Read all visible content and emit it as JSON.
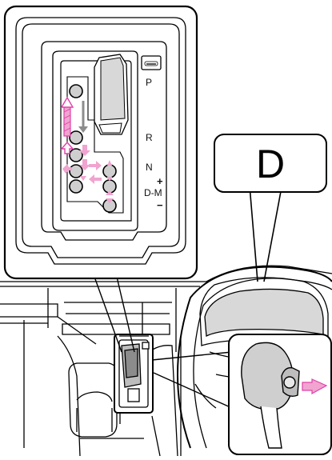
{
  "callout": {
    "selected_position": "D"
  },
  "shift_gate": {
    "positions": [
      {
        "key": "P",
        "label": "P"
      },
      {
        "key": "R",
        "label": "R"
      },
      {
        "key": "N",
        "label": "N"
      },
      {
        "key": "D-M",
        "label": "D-M"
      }
    ],
    "plus_sign": "+",
    "minus_sign": "−"
  },
  "colors": {
    "outline": "#000000",
    "highlight_arrow": "#e040a8",
    "light_arrow": "#f0a4cf",
    "gray_arrow": "#8c8c8c",
    "display_fill": "#d8d8d8",
    "dial_fill": "#bdbdbd",
    "knob_fill": "#cfcfcf"
  },
  "icons": [
    "p-button-icon",
    "push-arrow-icon",
    "shift-arrow-icon"
  ]
}
